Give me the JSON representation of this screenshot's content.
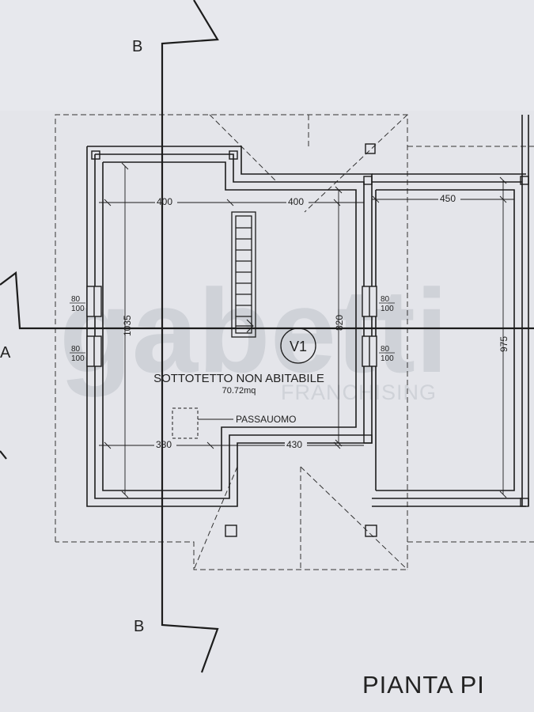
{
  "section_marks": {
    "top": "B",
    "bottom": "B",
    "left": "A"
  },
  "room": {
    "tag": "V1",
    "name": "SOTTOTETTO NON ABITABILE",
    "area": "70.72mq"
  },
  "hatch_label": "PASSAUOMO",
  "dimensions": {
    "top_left": "400",
    "top_mid": "400",
    "top_right": "450",
    "height_left": "1035",
    "height_mid": "820",
    "height_right": "975",
    "bottom_left": "380",
    "bottom_mid": "430"
  },
  "openings": {
    "left_upper_num": "80",
    "left_upper_den": "100",
    "left_lower_num": "80",
    "left_lower_den": "100",
    "right_upper_num": "80",
    "right_upper_den": "100",
    "right_lower_num": "80",
    "right_lower_den": "100"
  },
  "watermark": {
    "name": "gabetti",
    "sub": "FRANCHISING"
  },
  "drawing_title": "PIANTA PI",
  "colors": {
    "paper": "#e4e5ea",
    "ink": "#1c1c1c",
    "watermark": "#cfd2d8"
  }
}
